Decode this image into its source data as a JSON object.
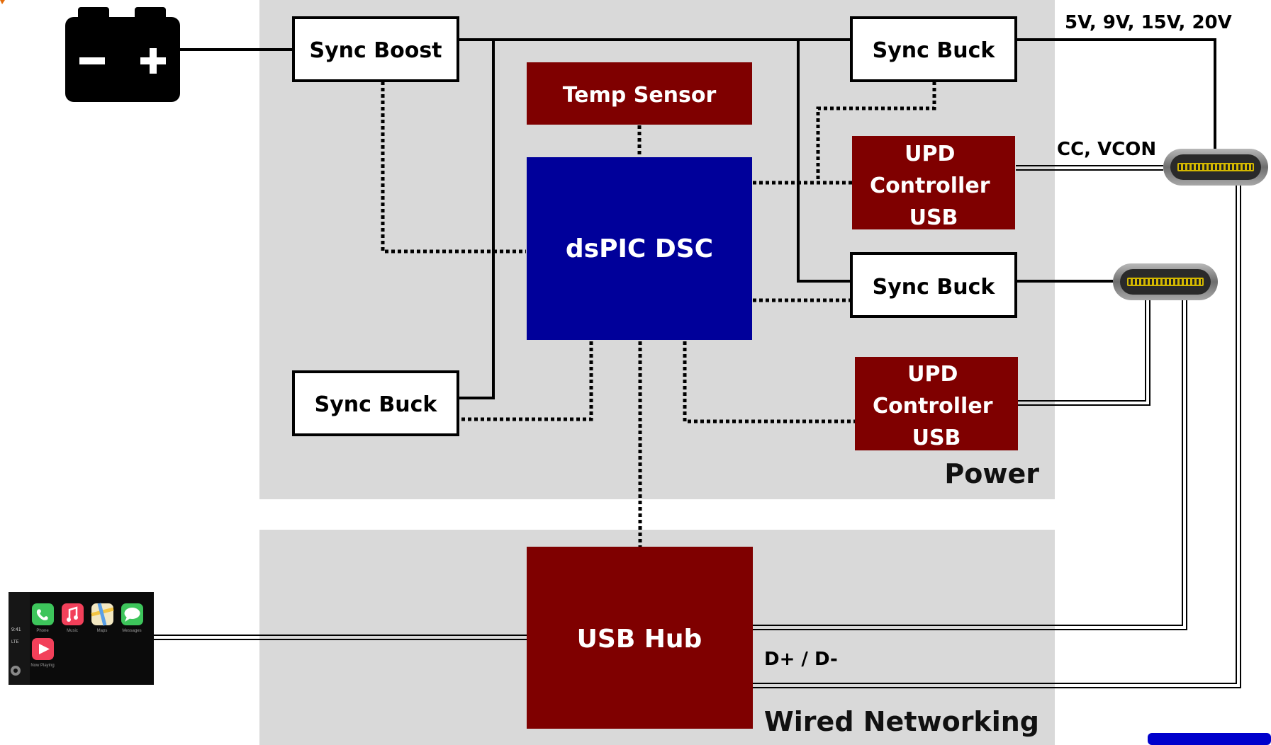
{
  "regions": {
    "power": "Power",
    "wired_networking": "Wired Networking"
  },
  "blocks": {
    "sync_boost": "Sync Boost",
    "sync_buck_top": "Sync Buck",
    "sync_buck_mid": "Sync Buck",
    "sync_buck_left": "Sync Buck",
    "temp_sensor": "Temp Sensor",
    "dspic": "dsPIC DSC",
    "upd_top": [
      "UPD",
      "Controller",
      "USB"
    ],
    "upd_bottom": [
      "UPD",
      "Controller",
      "USB"
    ],
    "usb_hub": "USB Hub"
  },
  "labels": {
    "voltages": "5V, 9V, 15V, 20V",
    "cc_vcon": "CC, VCON",
    "data_lines": "D+ / D-"
  },
  "carplay": {
    "time": "9:41",
    "network": "LTE",
    "apps": [
      "Phone",
      "Music",
      "Maps",
      "Messages",
      "Now Playing"
    ]
  },
  "colors": {
    "region_bg": "#d9d9d9",
    "dark_red": "#7f0000",
    "blue": "#00009a",
    "accent_orange": "#e46c0a",
    "accent_blue": "#0000cc"
  },
  "icons": {
    "battery": "battery-icon",
    "usb_c_top": "usb-c-connector-icon",
    "usb_c_mid": "usb-c-connector-icon",
    "carplay": "carplay-screen-icon"
  }
}
